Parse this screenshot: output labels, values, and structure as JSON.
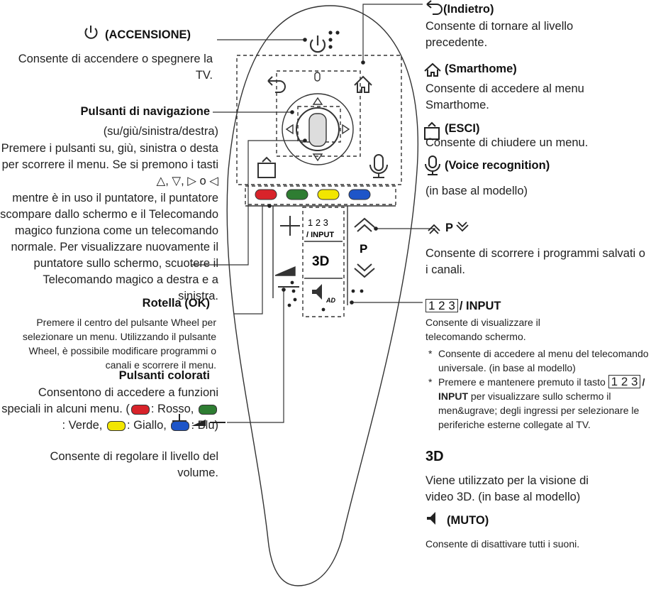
{
  "left": {
    "power": {
      "title": "(ACCENSIONE)",
      "desc": "Consente di accendere o spegnere la TV."
    },
    "nav": {
      "title": "Pulsanti di navigazione",
      "sub": "(su/giù/sinistra/destra)",
      "desc1": "Premere i pulsanti su, giù, sinistra o desta per scorrere il menu. Se si premono i tasti",
      "arrows": "△, ▽, ▷ o ◁",
      "desc2": "mentre è in uso il puntatore, il puntatore scompare dallo schermo e il Telecomando magico funziona come un telecomando normale. Per visualizzare nuovamente il puntatore sullo schermo, scuotere il Telecomando magico a destra e a sinistra."
    },
    "wheel": {
      "title": "Rotella (OK)",
      "desc": "Premere il centro del pulsante Wheel per selezionare un menu. Utilizzando il pulsante Wheel, è possibile modificare programmi o canali e scorrere il menu."
    },
    "colors": {
      "title": "Pulsanti colorati",
      "desc": "Consentono di accedere a funzioni speciali in alcuni menu. (",
      "red": ": Rosso,",
      "green": ": Verde,",
      "yellow": ": Giallo,",
      "blue": ": Blu)"
    },
    "volume": {
      "desc": "Consente di regolare il livello del volume."
    }
  },
  "right": {
    "back": {
      "title": "(Indietro)",
      "desc": "Consente di tornare al livello precedente."
    },
    "home": {
      "title": "(Smarthome)",
      "desc": "Consente di accedere al menu Smarthome."
    },
    "exit": {
      "title": "(ESCI)",
      "desc": "Consente di chiudere un menu."
    },
    "voice": {
      "title": "(Voice recognition)",
      "desc": "(in base al modello)"
    },
    "program": {
      "p": "P",
      "desc": "Consente di scorrere i programmi salvati o i canali."
    },
    "input": {
      "digits": "1 2 3",
      "title": "/ INPUT",
      "desc": "Consente di visualizzare il telecomando schermo.",
      "note1": "Consente di accedere al menu del telecomando universale. (in base al modello)",
      "note2a": "Premere e mantenere premuto il tasto",
      "note2b": "/ INPUT",
      "note2c": "per visualizzare sullo schermo il men&ugrave; degli ingressi per selezionare le periferiche esterne collegate al TV."
    },
    "threed": {
      "title": "3D",
      "desc": "Viene utilizzato per la visione di video 3D. (in base al modello)"
    },
    "mute": {
      "title": "(MUTO)",
      "desc": "Consente di disattivare tutti i suoni."
    }
  },
  "remote": {
    "input_top": "1 2 3",
    "input_bottom": "/ INPUT",
    "p_label": "P",
    "threed_label": "3D",
    "ad_label": "AD"
  },
  "colors": {
    "red": "#d8232a",
    "green": "#2e7d32",
    "yellow": "#f2e600",
    "blue": "#1e55c8",
    "line": "#333333"
  }
}
